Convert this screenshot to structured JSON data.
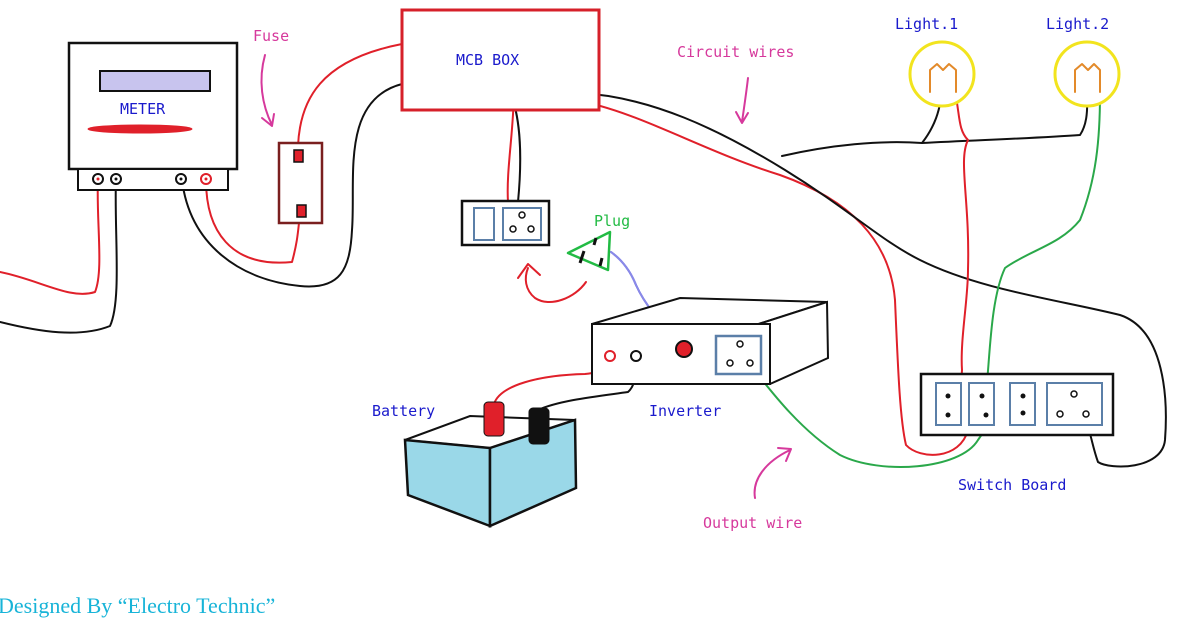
{
  "labels": {
    "fuse": "Fuse",
    "mcb_box": "MCB BOX",
    "circuit_wires": "Circuit wires",
    "light1": "Light.1",
    "light2": "Light.2",
    "meter": "METER",
    "plug": "Plug",
    "battery": "Battery",
    "inverter": "Inverter",
    "output_wire": "Output wire",
    "switch_board": "Switch Board"
  },
  "credit": "Designed By “Electro Technic”",
  "colors": {
    "live_wire": "#e0202a",
    "neutral_wire": "#111111",
    "output_wire": "#2aa84a",
    "plug_cable": "#3b3bd6",
    "label_blue": "#1a1acc",
    "label_magenta": "#d6399c",
    "label_green": "#22bb44",
    "credit_cyan": "#18b4d8",
    "battery_fill": "#9ad8e8",
    "meter_display": "#c8c4ee",
    "bulb_ring": "#f2e41e",
    "filament": "#e38a2a"
  }
}
